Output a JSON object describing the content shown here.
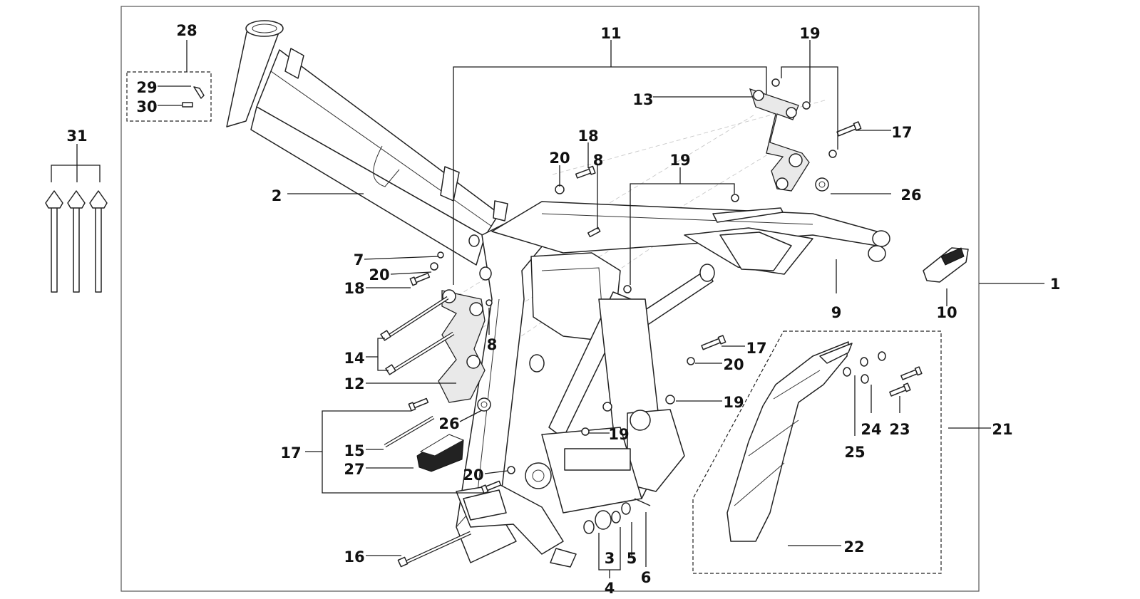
{
  "callouts": [
    {
      "id": "1",
      "text": "1"
    },
    {
      "id": "2",
      "text": "2"
    },
    {
      "id": "3",
      "text": "3"
    },
    {
      "id": "4",
      "text": "4"
    },
    {
      "id": "5",
      "text": "5"
    },
    {
      "id": "6",
      "text": "6"
    },
    {
      "id": "7",
      "text": "7"
    },
    {
      "id": "8a",
      "text": "8"
    },
    {
      "id": "8b",
      "text": "8"
    },
    {
      "id": "9",
      "text": "9"
    },
    {
      "id": "10",
      "text": "10"
    },
    {
      "id": "11",
      "text": "11"
    },
    {
      "id": "12",
      "text": "12"
    },
    {
      "id": "13",
      "text": "13"
    },
    {
      "id": "14",
      "text": "14"
    },
    {
      "id": "15",
      "text": "15"
    },
    {
      "id": "16",
      "text": "16"
    },
    {
      "id": "17a",
      "text": "17"
    },
    {
      "id": "17b",
      "text": "17"
    },
    {
      "id": "17c",
      "text": "17"
    },
    {
      "id": "18a",
      "text": "18"
    },
    {
      "id": "18b",
      "text": "18"
    },
    {
      "id": "19a",
      "text": "19"
    },
    {
      "id": "19b",
      "text": "19"
    },
    {
      "id": "19c",
      "text": "19"
    },
    {
      "id": "19d",
      "text": "19"
    },
    {
      "id": "20a",
      "text": "20"
    },
    {
      "id": "20b",
      "text": "20"
    },
    {
      "id": "20c",
      "text": "20"
    },
    {
      "id": "20d",
      "text": "20"
    },
    {
      "id": "21",
      "text": "21"
    },
    {
      "id": "22",
      "text": "22"
    },
    {
      "id": "23",
      "text": "23"
    },
    {
      "id": "24",
      "text": "24"
    },
    {
      "id": "25",
      "text": "25"
    },
    {
      "id": "26a",
      "text": "26"
    },
    {
      "id": "26b",
      "text": "26"
    },
    {
      "id": "27",
      "text": "27"
    },
    {
      "id": "28",
      "text": "28"
    },
    {
      "id": "29",
      "text": "29"
    },
    {
      "id": "30",
      "text": "30"
    },
    {
      "id": "31",
      "text": "31"
    }
  ]
}
